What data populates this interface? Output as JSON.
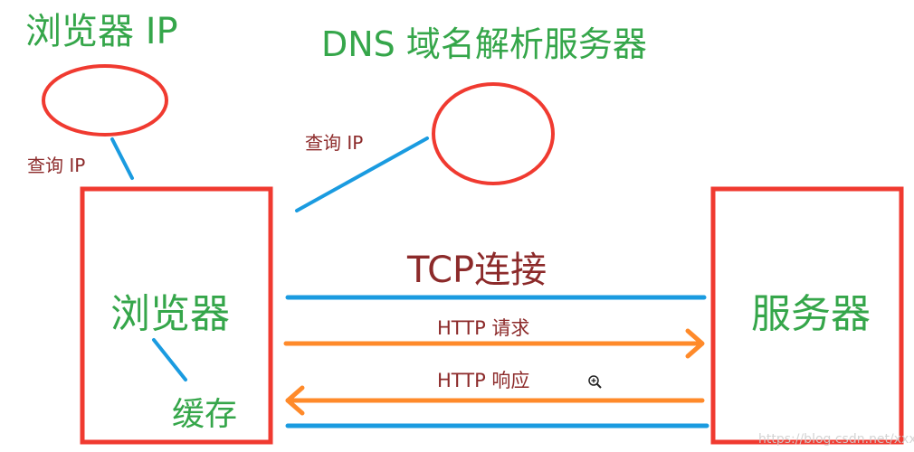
{
  "colors": {
    "green": "#35a64a",
    "red": "#f03a30",
    "blue": "#1a9be0",
    "orange": "#ff8a2a",
    "darkred": "#8c2a2a"
  },
  "labels": {
    "browser_ip": "浏览器 IP",
    "dns_server": "DNS 域名解析服务器",
    "query_ip_1": "查询 IP",
    "query_ip_2": "查询 IP",
    "tcp": "TCP连接",
    "browser": "浏览器",
    "cache": "缓存",
    "server": "服务器",
    "http_request": "HTTP 请求",
    "http_response": "HTTP 响应"
  },
  "watermark": "https://blog.csdn.net/xxxxii",
  "icons": {
    "cursor": "zoom-in-icon"
  }
}
